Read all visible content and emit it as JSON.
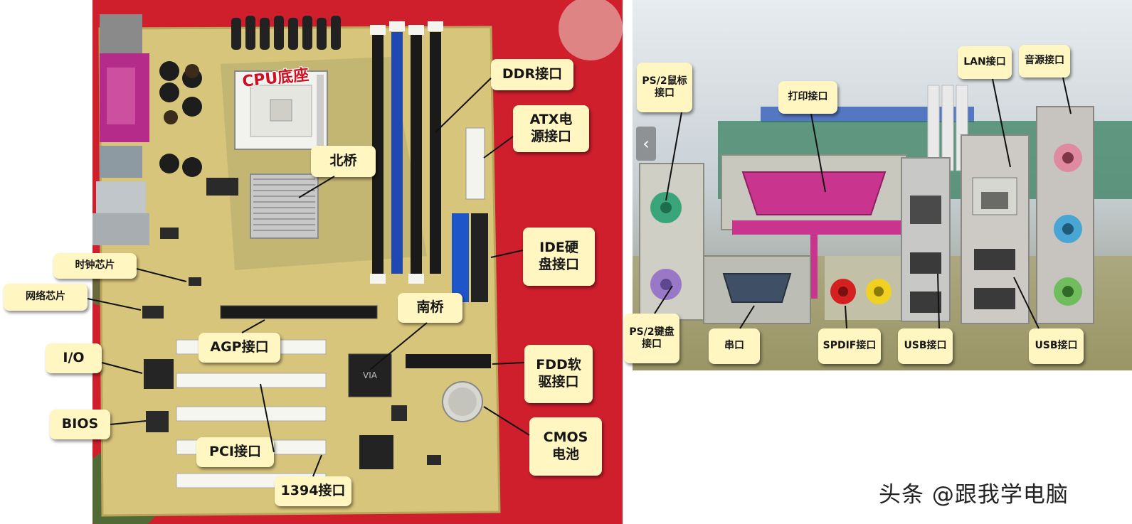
{
  "left_callouts": {
    "cpu_socket": "CPU底座",
    "ddr": "DDR接口",
    "atx_power": "ATX电\n源接口",
    "northbridge": "北桥",
    "ide": "IDE硬\n盘接口",
    "clock_chip": "时钟芯片",
    "network_chip": "网络芯片",
    "southbridge": "南桥",
    "agp": "AGP接口",
    "io": "I/O",
    "fdd": "FDD软\n驱接口",
    "bios": "BIOS",
    "cmos": "CMOS\n电池",
    "pci": "PCI接口",
    "ieee1394": "1394接口"
  },
  "right_callouts": {
    "ps2_mouse": "PS/2鼠标\n接口",
    "print": "打印接口",
    "lan": "LAN接口",
    "audio": "音源接口",
    "ps2_keyboard": "PS/2键盘\n接口",
    "serial": "串口",
    "spdif": "SPDIF接口",
    "usb_1": "USB接口",
    "usb_2": "USB接口"
  },
  "watermark": "头条 @跟我学电脑",
  "colors": {
    "callout_bg": "#fff6c2",
    "cpu_label": "#d01020",
    "board_pcb": "#d7c47a",
    "cloth_red": "#d0202e"
  },
  "icons": [
    "chevron-left-icon"
  ]
}
